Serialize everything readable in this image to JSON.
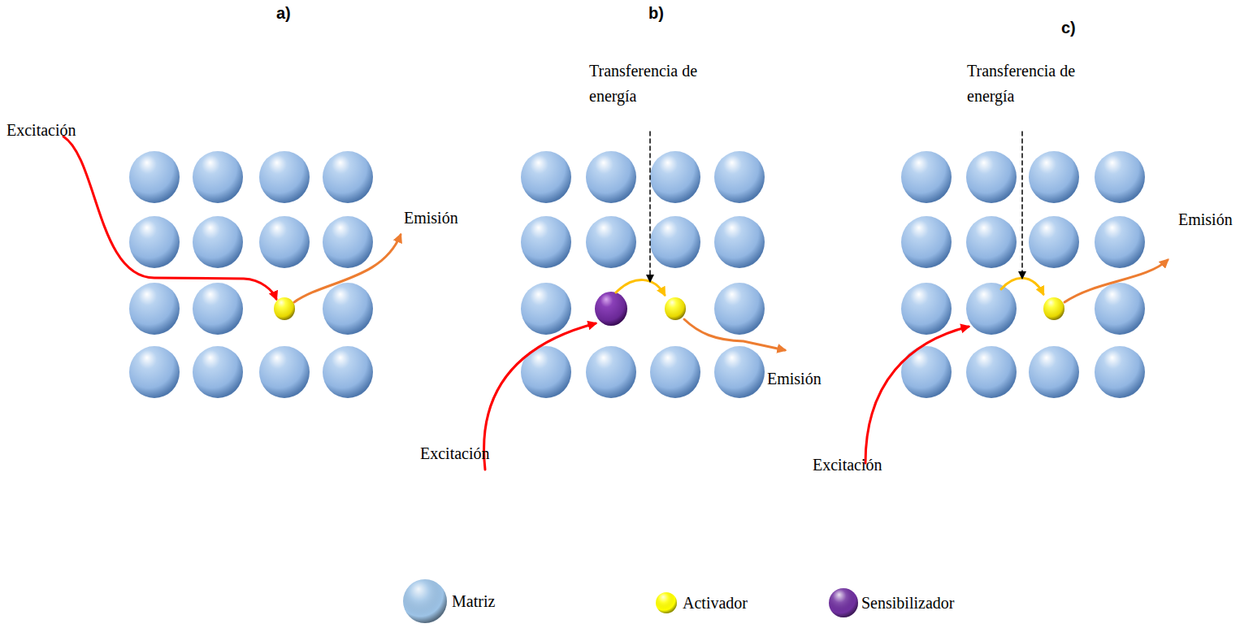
{
  "diagram": {
    "labels": [
      "a)",
      "b)",
      "c)",
      "Transferencia de energía",
      "Transferencia de energía",
      "Excitación",
      "Emisión",
      "Emisión",
      "Excitación",
      "Emisión",
      "Excitación"
    ],
    "legend": [
      {
        "text": "Matriz",
        "color": "#9dc3e6"
      },
      {
        "text": "Activador",
        "color": "#ffff00"
      },
      {
        "text": "Sensibilizador",
        "color": "#7030a0"
      }
    ]
  }
}
